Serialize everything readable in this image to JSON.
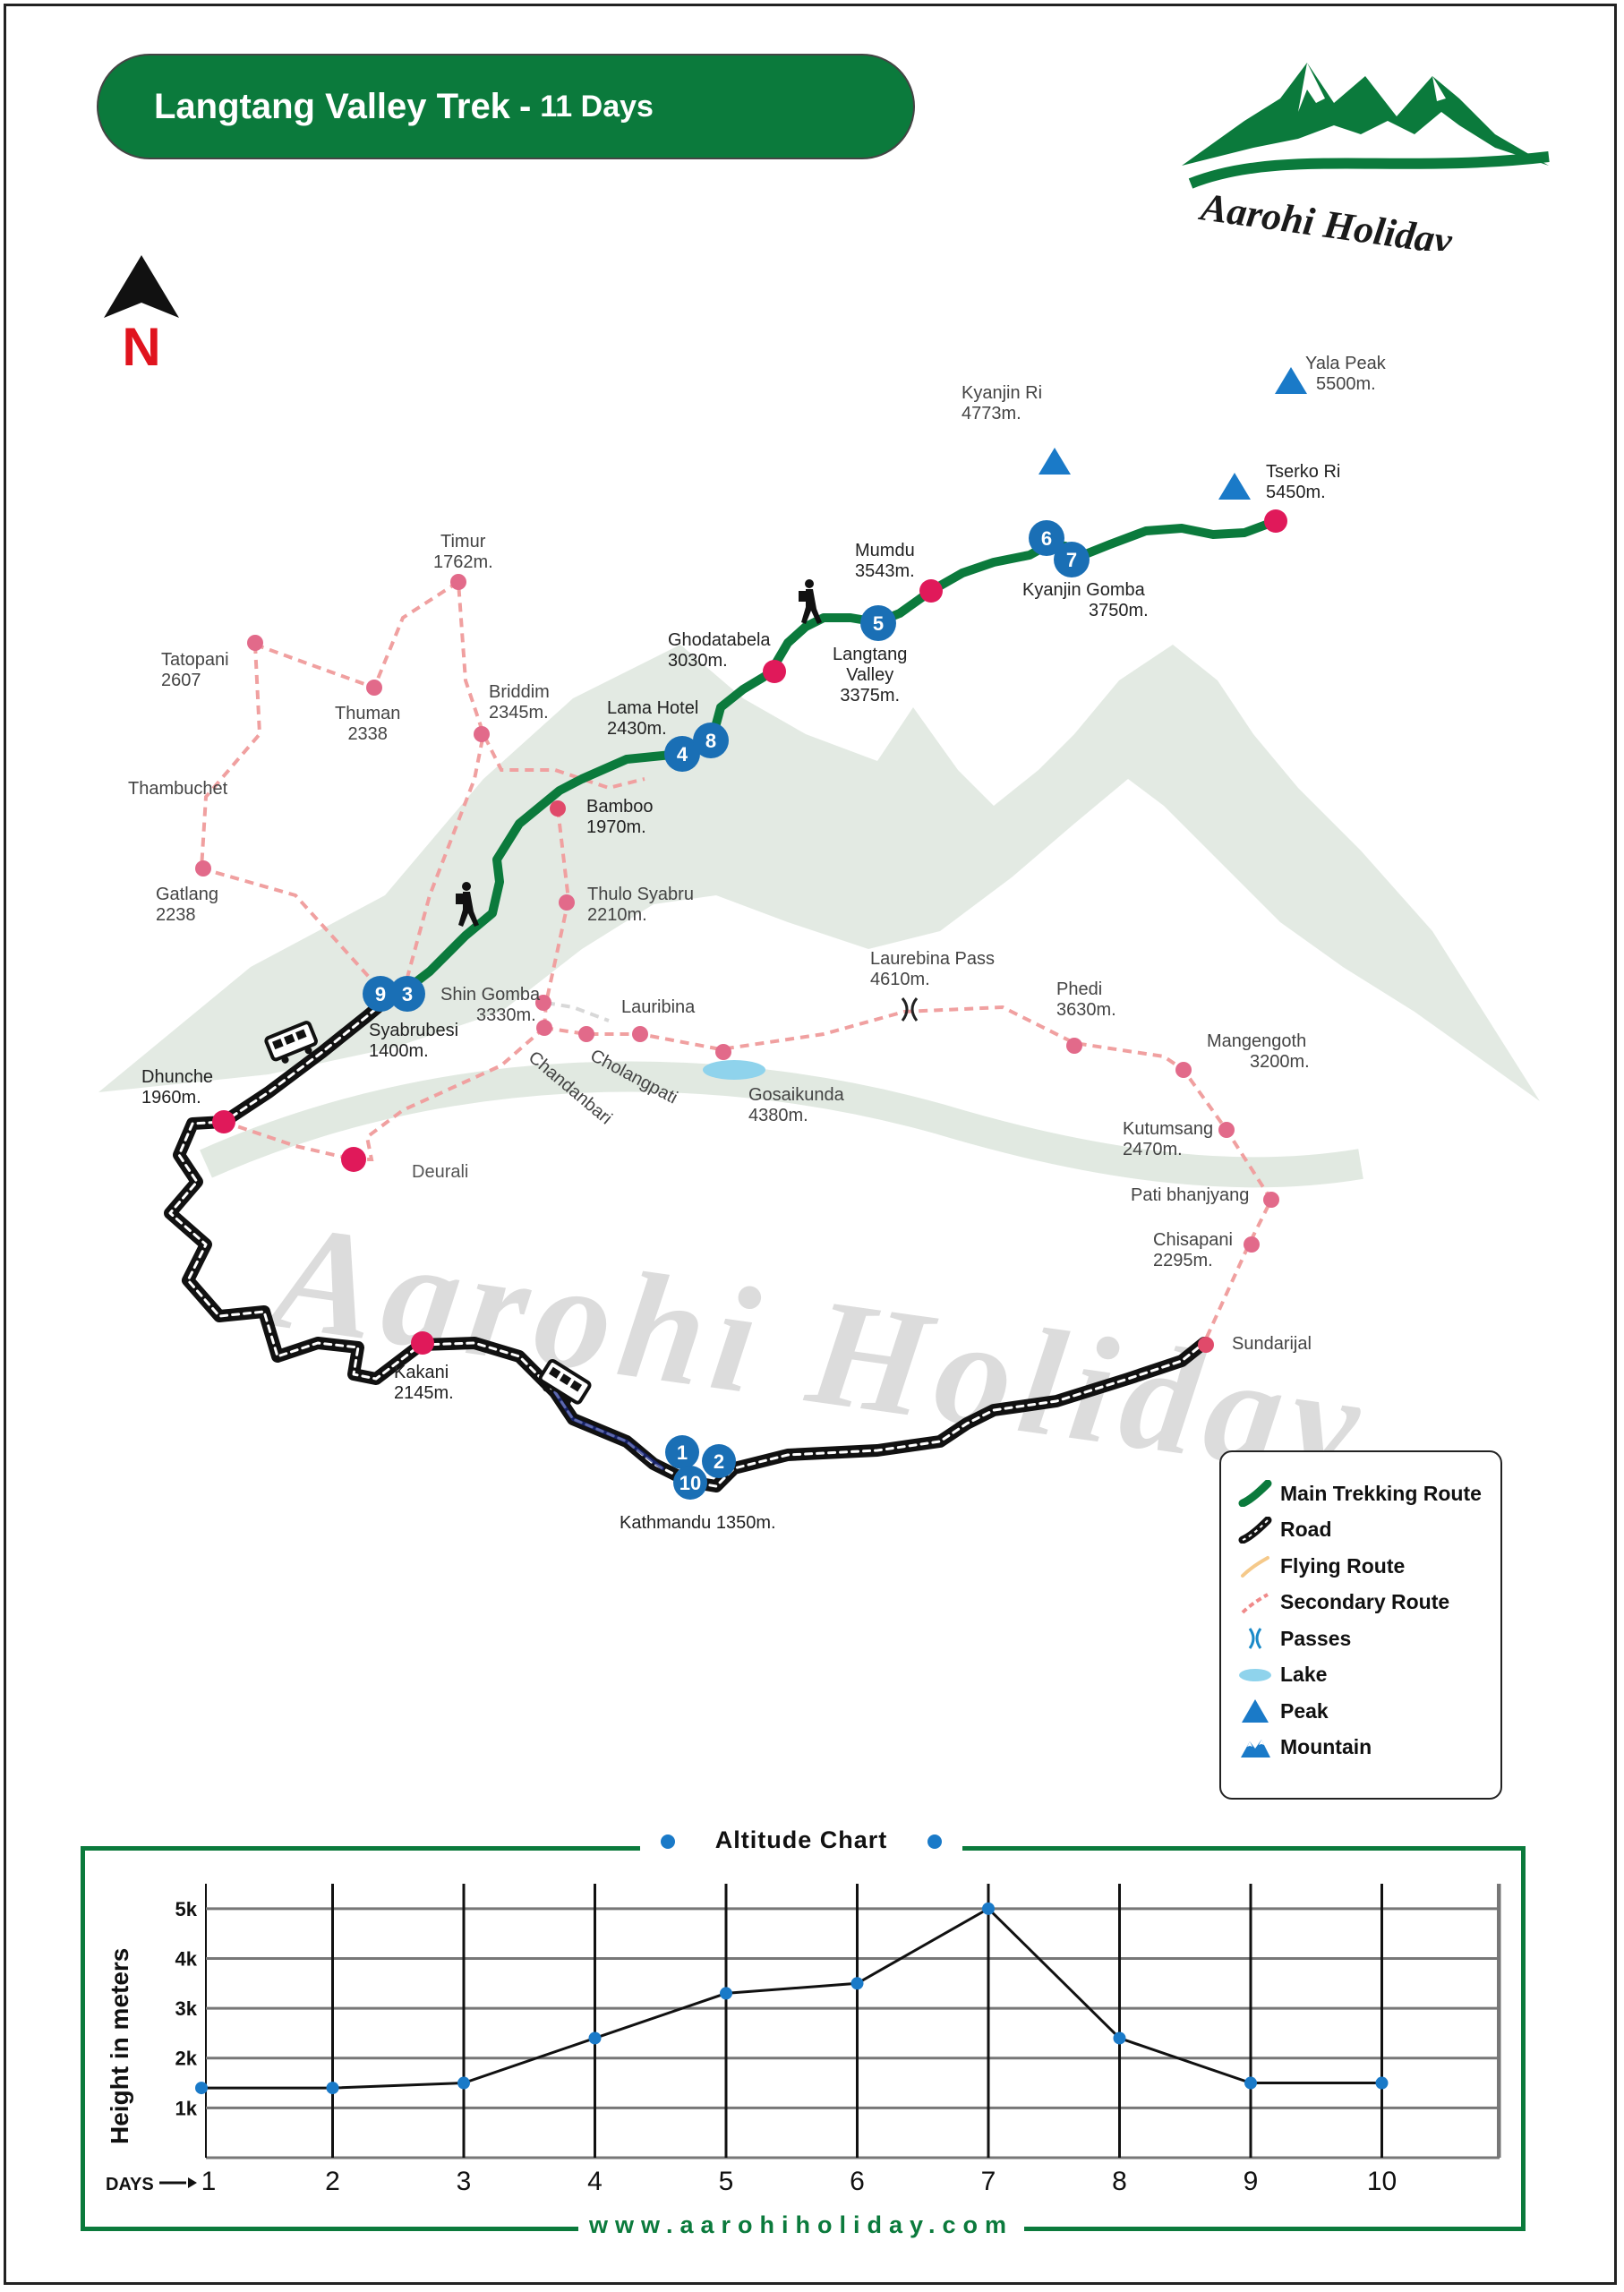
{
  "header": {
    "title": "Langtang Valley Trek",
    "separator": "-",
    "days": "11 Days"
  },
  "brand": {
    "logo_text": "Aarohi Holiday",
    "logo_icon": "mountain-logo-icon",
    "watermark_text": "Aarohi Holiday",
    "primary_color": "#0b7a3c"
  },
  "north": {
    "letter": "N",
    "icon": "north-arrow-icon",
    "color": "#e0141e"
  },
  "route_numbers": [
    "1",
    "2",
    "10",
    "9",
    "3",
    "4",
    "8",
    "5",
    "6",
    "7"
  ],
  "places": {
    "kyanjin_ri": "Kyanjin Ri",
    "kyanjin_ri_alt": "4773m.",
    "yala_peak": "Yala Peak",
    "yala_peak_alt": "5500m.",
    "tserko_ri": "Tserko Ri",
    "tserko_ri_alt": "5450m.",
    "mumdu": "Mumdu",
    "mumdu_alt": "3543m.",
    "kyanjin_gomba": "Kyanjin Gomba",
    "kyanjin_gomba_alt": "3750m.",
    "timur": "Timur",
    "timur_alt": "1762m.",
    "ghodatabela": "Ghodatabela",
    "ghodatabela_alt": "3030m.",
    "langtang_valley_1": "Langtang",
    "langtang_valley_2": "Valley",
    "langtang_valley_alt": "3375m.",
    "tatopani": "Tatopani",
    "tatopani_alt": "2607",
    "thuman": "Thuman",
    "thuman_alt": "2338",
    "briddim": "Briddim",
    "briddim_alt": "2345m.",
    "lama_hotel": "Lama Hotel",
    "lama_hotel_alt": "2430m.",
    "thambuchet": "Thambuchet",
    "bamboo": "Bamboo",
    "bamboo_alt": "1970m.",
    "gatlang": "Gatlang",
    "gatlang_alt": "2238",
    "thulo_syabru": "Thulo Syabru",
    "thulo_syabru_alt": "2210m.",
    "laurebina_pass": "Laurebina Pass",
    "laurebina_pass_alt": "4610m.",
    "phedi": "Phedi",
    "phedi_alt": "3630m.",
    "shin_gomba": "Shin Gomba",
    "shin_gomba_alt": "3330m.",
    "lauribina": "Lauribina",
    "syabrubesi": "Syabrubesi",
    "syabrubesi_alt": "1400m.",
    "mangengoth": "Mangengoth",
    "mangengoth_alt": "3200m.",
    "dhunche": "Dhunche",
    "dhunche_alt": "1960m.",
    "chandanbari": "Chandanbari",
    "cholangpati": "Cholangpati",
    "gosaikunda": "Gosaikunda",
    "gosaikunda_alt": "4380m.",
    "kutumsang": "Kutumsang",
    "kutumsang_alt": "2470m.",
    "deurali": "Deurali",
    "pati_bhanjyang": "Pati bhanjyang",
    "chisapani": "Chisapani",
    "chisapani_alt": "2295m.",
    "kakani": "Kakani",
    "kakani_alt": "2145m.",
    "sundarijal": "Sundarijal",
    "kathmandu": "Kathmandu 1350m."
  },
  "legend": [
    {
      "label": "Main Trekking Route",
      "icon": "main-route-icon",
      "color": "#0b7a3c"
    },
    {
      "label": "Road",
      "icon": "road-icon",
      "color": "#111111"
    },
    {
      "label": "Flying Route",
      "icon": "flying-route-icon",
      "color": "#f5c98a"
    },
    {
      "label": "Secondary Route",
      "icon": "secondary-route-icon",
      "color": "#f08a8a"
    },
    {
      "label": "Passes",
      "icon": "pass-icon",
      "color": "#1a8ac8"
    },
    {
      "label": "Lake",
      "icon": "lake-icon",
      "color": "#8fd3ec"
    },
    {
      "label": "Peak",
      "icon": "peak-icon",
      "color": "#1a7ac8"
    },
    {
      "label": "Mountain",
      "icon": "mountain-icon",
      "color": "#1a7ac8"
    }
  ],
  "chart_data": {
    "type": "line",
    "title": "Altitude Chart",
    "xlabel": "DAYS",
    "ylabel": "Height in meters",
    "x": [
      1,
      2,
      3,
      4,
      5,
      6,
      7,
      8,
      9,
      10
    ],
    "y": [
      1400,
      1400,
      1500,
      2400,
      3300,
      3500,
      5000,
      2400,
      1500,
      1500
    ],
    "ylim": [
      0,
      5500
    ],
    "yticks": [
      1000,
      2000,
      3000,
      4000,
      5000
    ],
    "ytick_labels": [
      "1k",
      "2k",
      "3k",
      "4k",
      "5k"
    ],
    "grid": true,
    "line_color": "#111111",
    "marker_color": "#1a7ac8"
  },
  "footer": {
    "website": "www.aarohiholiday.com"
  }
}
